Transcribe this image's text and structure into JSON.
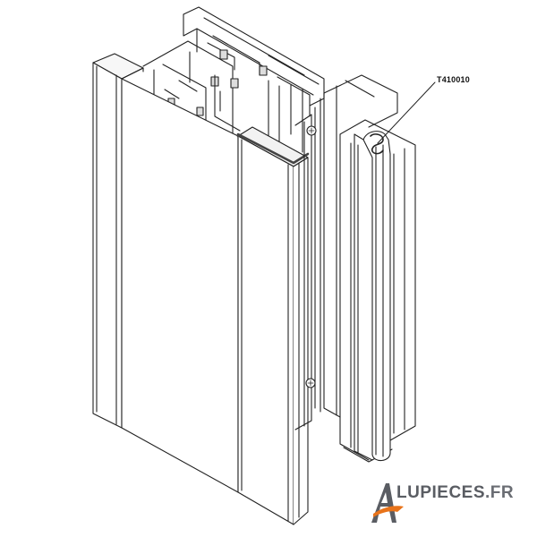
{
  "diagram": {
    "part_code": "T410010"
  },
  "brand": {
    "name": "LUPIECES",
    "tld": ".FR",
    "colors": {
      "text": "#5a5d63",
      "accent_arrow": "#e8731a",
      "line": "#2a2a2a"
    }
  }
}
